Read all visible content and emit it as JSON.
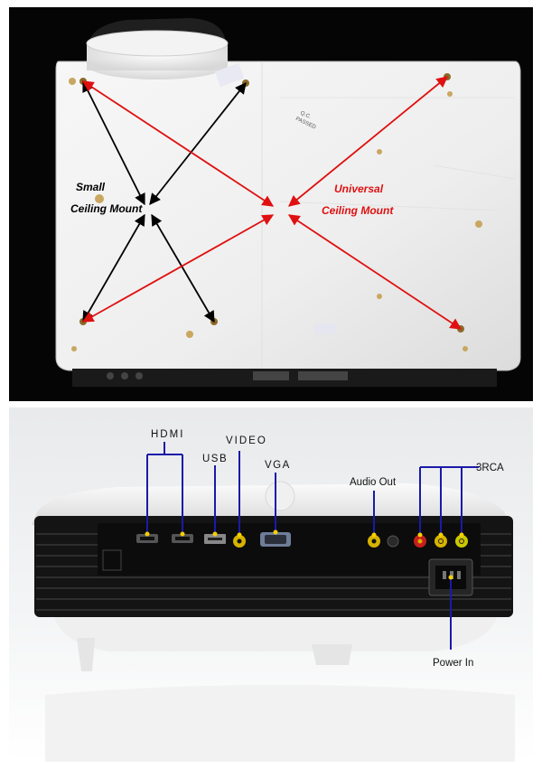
{
  "top_image": {
    "small_mount_label_line1": "Small",
    "small_mount_label_line2": "Ceiling Mount",
    "universal_mount_label_line1": "Universal",
    "universal_mount_label_line2": "Ceiling Mount",
    "qc_stamp_line1": "Q.C.",
    "qc_stamp_line2": "PASSED",
    "colors": {
      "small_arrows": "#000000",
      "universal_arrows": "#e01010",
      "universal_text": "#e01010"
    }
  },
  "bottom_image": {
    "labels": {
      "hdmi": "HDMI",
      "usb": "USB",
      "video": "VIDEO",
      "vga": "VGA",
      "audio_out": "Audio Out",
      "rca": "3RCA",
      "power_in": "Power In"
    },
    "colors": {
      "callout_lines": "#1a1aa8",
      "callout_dot": "#f5d000"
    }
  }
}
